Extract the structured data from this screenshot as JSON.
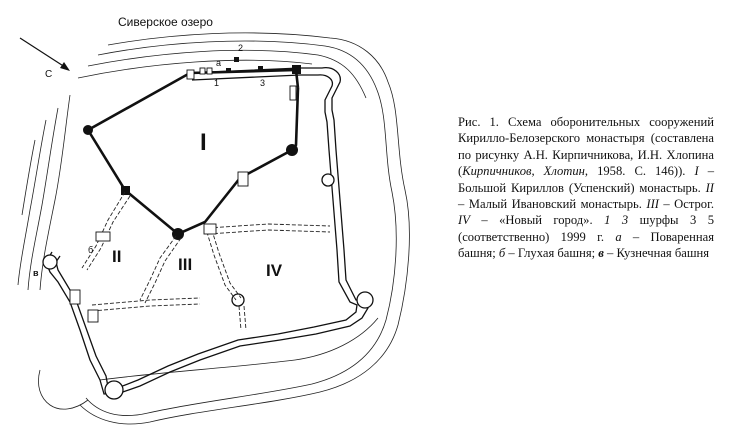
{
  "map": {
    "lake_label": "Сиверское озеро",
    "north_arrow_label": "С",
    "zone_labels": [
      "I",
      "II",
      "III",
      "IV"
    ],
    "tower_labels": [
      "а",
      "б",
      "в"
    ],
    "pit_numbers": [
      "1",
      "2",
      "3"
    ],
    "ink_color": "#111111"
  },
  "caption": {
    "fig_ref": "Рис. 1.",
    "title": "Схема оборонительных сооружений Кирилло-Белозерского монастыря (составлена по рисунку А.Н. Кирпичникова, И.Н. Хлопина (",
    "cite_italic": "Кирпичников, Хлотин",
    "cite_rest": ", 1958. С. 146)). ",
    "k1": "I",
    "t1": " – Большой Кириллов (Успенский) монастырь. ",
    "k2": "II",
    "t2": " – Малый Ивановский монастырь. ",
    "k3": "III",
    "t3": " – Острог. ",
    "k4": "IV",
    "t4": " – «Новый город». ",
    "k5": "1 3",
    "t5": " шурфы 3 5 (соответственно) 1999 г. ",
    "k6": "а",
    "t6": " – Поваренная башня; ",
    "k7": "б",
    "t7": " – Глухая башня; ",
    "k8": "в",
    "t8": " – Кузнечная башня"
  }
}
